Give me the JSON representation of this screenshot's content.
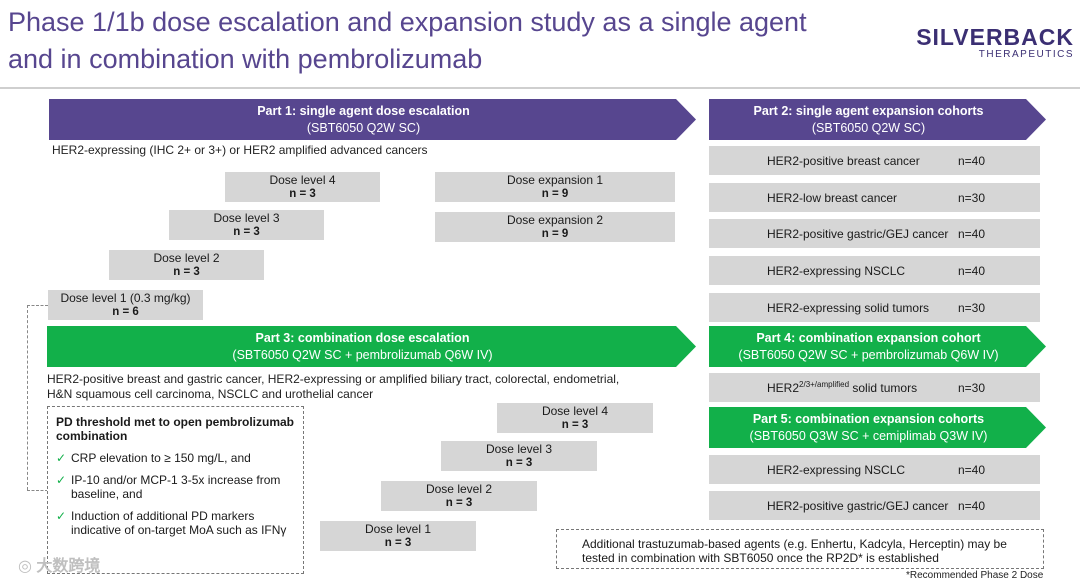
{
  "title": {
    "line1": "Phase 1/1b dose escalation and expansion study as a single agent",
    "line2": "and in combination with pembrolizumab"
  },
  "logo": {
    "main": "SILVERBACK",
    "sub": "THERAPEUTICS"
  },
  "part1": {
    "heading": "Part 1: single agent dose escalation",
    "sub": "(SBT6050 Q2W SC)",
    "population": "HER2-expressing (IHC 2+ or 3+) or HER2 amplified advanced cancers",
    "levels": [
      {
        "label": "Dose level 4",
        "n": "n = 3"
      },
      {
        "label": "Dose level 3",
        "n": "n = 3"
      },
      {
        "label": "Dose level 2",
        "n": "n = 3"
      },
      {
        "label": "Dose level 1 (0.3 mg/kg)",
        "n": "n = 6"
      }
    ],
    "expansions": [
      {
        "label": "Dose expansion 1",
        "n": "n = 9"
      },
      {
        "label": "Dose expansion 2",
        "n": "n = 9"
      }
    ]
  },
  "part2": {
    "heading": "Part 2: single agent expansion cohorts",
    "sub": "(SBT6050 Q2W SC)",
    "cohorts": [
      {
        "name": "HER2-positive breast cancer",
        "n": "n=40"
      },
      {
        "name": "HER2-low breast cancer",
        "n": "n=30"
      },
      {
        "name": "HER2-positive gastric/GEJ cancer",
        "n": "n=40"
      },
      {
        "name": "HER2-expressing NSCLC",
        "n": "n=40"
      },
      {
        "name": "HER2-expressing solid tumors",
        "n": "n=30"
      }
    ]
  },
  "part3": {
    "heading": "Part 3: combination dose escalation",
    "sub": "(SBT6050 Q2W SC + pembrolizumab Q6W IV)",
    "population_line1": "HER2-positive breast and gastric cancer, HER2-expressing or amplified biliary tract, colorectal, endometrial,",
    "population_line2": "H&N squamous cell carcinoma, NSCLC and urothelial cancer",
    "levels": [
      {
        "label": "Dose level 4",
        "n": "n = 3"
      },
      {
        "label": "Dose level 3",
        "n": "n = 3"
      },
      {
        "label": "Dose level 2",
        "n": "n = 3"
      },
      {
        "label": "Dose level 1",
        "n": "n = 3"
      }
    ]
  },
  "part4": {
    "heading": "Part 4: combination expansion cohort",
    "sub": "(SBT6050 Q2W SC + pembrolizumab Q6W IV)",
    "cohort": {
      "prefix": "HER2",
      "sup": "2/3+/amplified",
      "suffix": " solid tumors",
      "n": "n=30"
    }
  },
  "part5": {
    "heading": "Part 5: combination expansion cohorts",
    "sub": "(SBT6050 Q3W SC + cemiplimab Q3W IV)",
    "cohorts": [
      {
        "name": "HER2-expressing NSCLC",
        "n": "n=40"
      },
      {
        "name": "HER2-positive gastric/GEJ cancer",
        "n": "n=40"
      }
    ]
  },
  "pd_box": {
    "heading": "PD threshold met to open pembrolizumab combination",
    "items": [
      "CRP elevation to ≥ 150 mg/L, and",
      "IP-10 and/or MCP-1 3-5x increase from baseline, and",
      "Induction of additional PD markers indicative of on-target MoA such as IFNγ"
    ]
  },
  "additional_note": "Additional trastuzumab-based agents (e.g. Enhertu, Kadcyla, Herceptin) may be tested in combination with SBT6050 once the RP2D* is established",
  "footnote": "*Recommended Phase 2 Dose",
  "watermark": "大数跨境",
  "colors": {
    "purple": "#57468f",
    "green": "#12b04a",
    "box_gray": "#d6d6d6"
  }
}
